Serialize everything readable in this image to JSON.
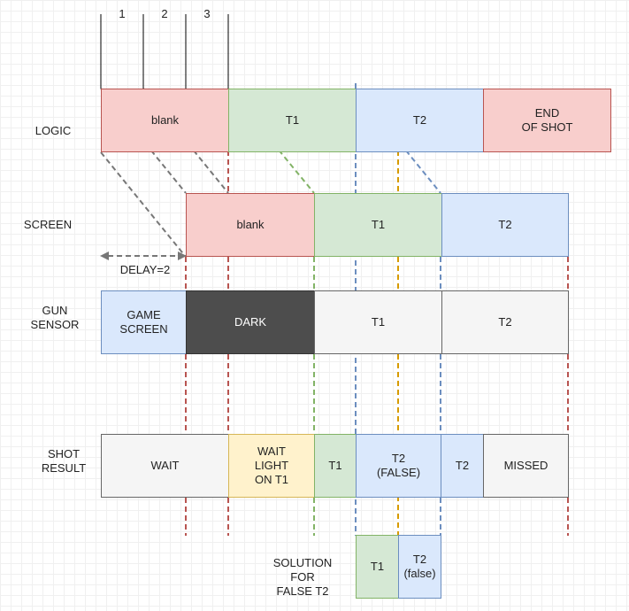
{
  "rows": {
    "logic": "LOGIC",
    "screen": "SCREEN",
    "gun_sensor": "GUN\nSENSOR",
    "shot_result": "SHOT\nRESULT",
    "solution": "SOLUTION\nFOR\nFALSE T2"
  },
  "frames": [
    "1",
    "2",
    "3"
  ],
  "delay_label": "DELAY=2",
  "logic": {
    "blank": "blank",
    "t1": "T1",
    "t2": "T2",
    "end": "END\nOF SHOT"
  },
  "screen": {
    "blank": "blank",
    "t1": "T1",
    "t2": "T2"
  },
  "gun_sensor": {
    "game_screen": "GAME\nSCREEN",
    "dark": "DARK",
    "t1": "T1",
    "t2": "T2"
  },
  "shot_result": {
    "wait": "WAIT",
    "wait_light": "WAIT\nLIGHT\nON T1",
    "t1": "T1",
    "t2_false": "T2\n(FALSE)",
    "t2": "T2",
    "missed": "MISSED"
  },
  "solution": {
    "t1": "T1",
    "t2_false": "T2\n(false)"
  },
  "colors": {
    "red_fill": "#f8cecc",
    "red_stroke": "#b85450",
    "green_fill": "#d5e8d4",
    "green_stroke": "#82b366",
    "blue_fill": "#dae8fc",
    "blue_stroke": "#6c8ebf",
    "grey_fill": "#f5f5f5",
    "grey_stroke": "#666666",
    "yellow_fill": "#fff2cc",
    "yellow_stroke": "#d6b656",
    "dark_fill": "#4d4d4d",
    "orange_line": "#d79b00"
  }
}
